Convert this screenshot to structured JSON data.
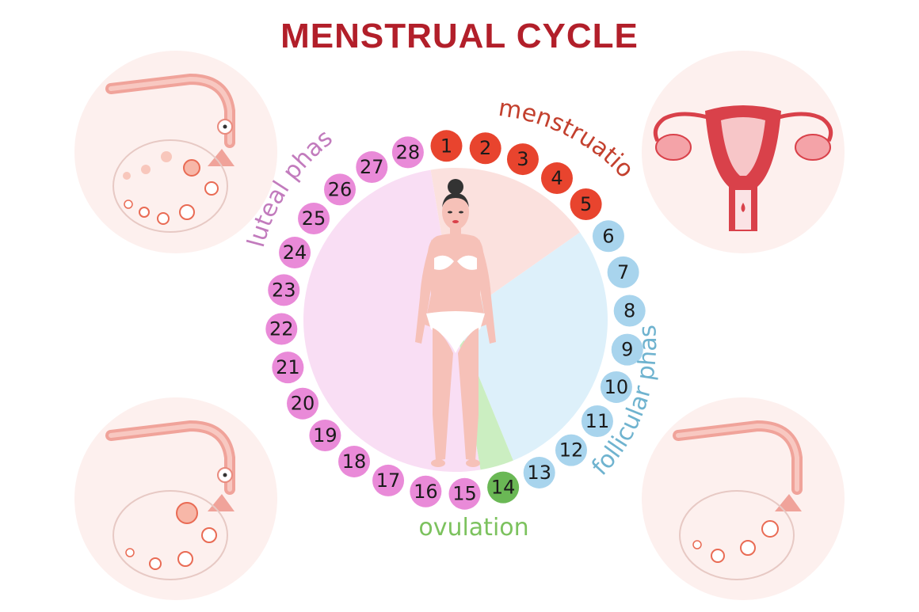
{
  "title": "MENSTRUAL CYCLE",
  "phases": [
    {
      "key": "menstruation",
      "label": "menstruation",
      "days": [
        1,
        5
      ],
      "color": "#e8442e",
      "sector_color": "#fbe1de",
      "text_color": "#c3402e"
    },
    {
      "key": "follicular",
      "label": "follicular phase",
      "days": [
        6,
        13
      ],
      "color": "#a8d4ed",
      "sector_color": "#ddf0fa",
      "text_color": "#6fb3cf"
    },
    {
      "key": "ovulation",
      "label": "ovulation",
      "days": [
        14,
        14
      ],
      "color": "#6ab855",
      "sector_color": "#cbeec1",
      "text_color": "#7cc25e"
    },
    {
      "key": "luteal",
      "label": "luteal phase",
      "days": [
        15,
        28
      ],
      "color": "#e98ad8",
      "sector_color": "#f9def4",
      "text_color": "#c27bbd"
    }
  ],
  "days": [
    "1",
    "2",
    "3",
    "4",
    "5",
    "6",
    "7",
    "8",
    "9",
    "10",
    "11",
    "12",
    "13",
    "14",
    "15",
    "16",
    "17",
    "18",
    "19",
    "20",
    "21",
    "22",
    "23",
    "24",
    "25",
    "26",
    "27",
    "28"
  ]
}
